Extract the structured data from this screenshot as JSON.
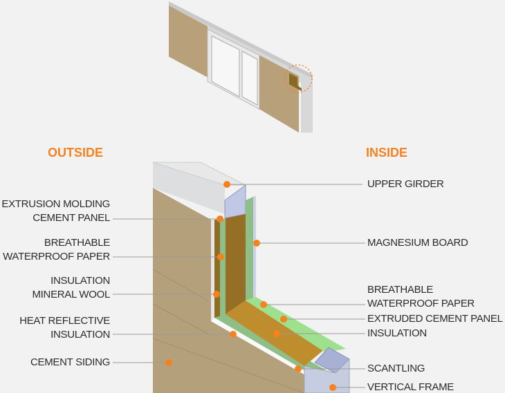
{
  "headings": {
    "outside": "OUTSIDE",
    "inside": "INSIDE"
  },
  "outside_labels": [
    {
      "line1": "EXTRUSION MOLDING",
      "line2": "CEMENT PANEL"
    },
    {
      "line1": "BREATHABLE",
      "line2": "WATERPROOF PAPER"
    },
    {
      "line1": "INSULATION",
      "line2": "MINERAL WOOL"
    },
    {
      "line1": "HEAT REFLECTIVE",
      "line2": "INSULATION"
    },
    {
      "line1": "CEMENT SIDING"
    }
  ],
  "inside_labels": [
    {
      "line1": "UPPER GIRDER"
    },
    {
      "line1": "MAGNESIUM BOARD"
    },
    {
      "line1": "BREATHABLE",
      "line2": "WATERPROOF PAPER"
    },
    {
      "line1": "EXTRUDED CEMENT PANEL"
    },
    {
      "line1": "INSULATION"
    },
    {
      "line1": "SCANTLING"
    },
    {
      "line1": "VERTICAL FRAME"
    }
  ],
  "colors": {
    "accent": "#f5821f",
    "siding": "#b5a07c",
    "insulation": "#a47a2a",
    "paper": "#8fbf86",
    "frame": "#b8c2e0"
  }
}
